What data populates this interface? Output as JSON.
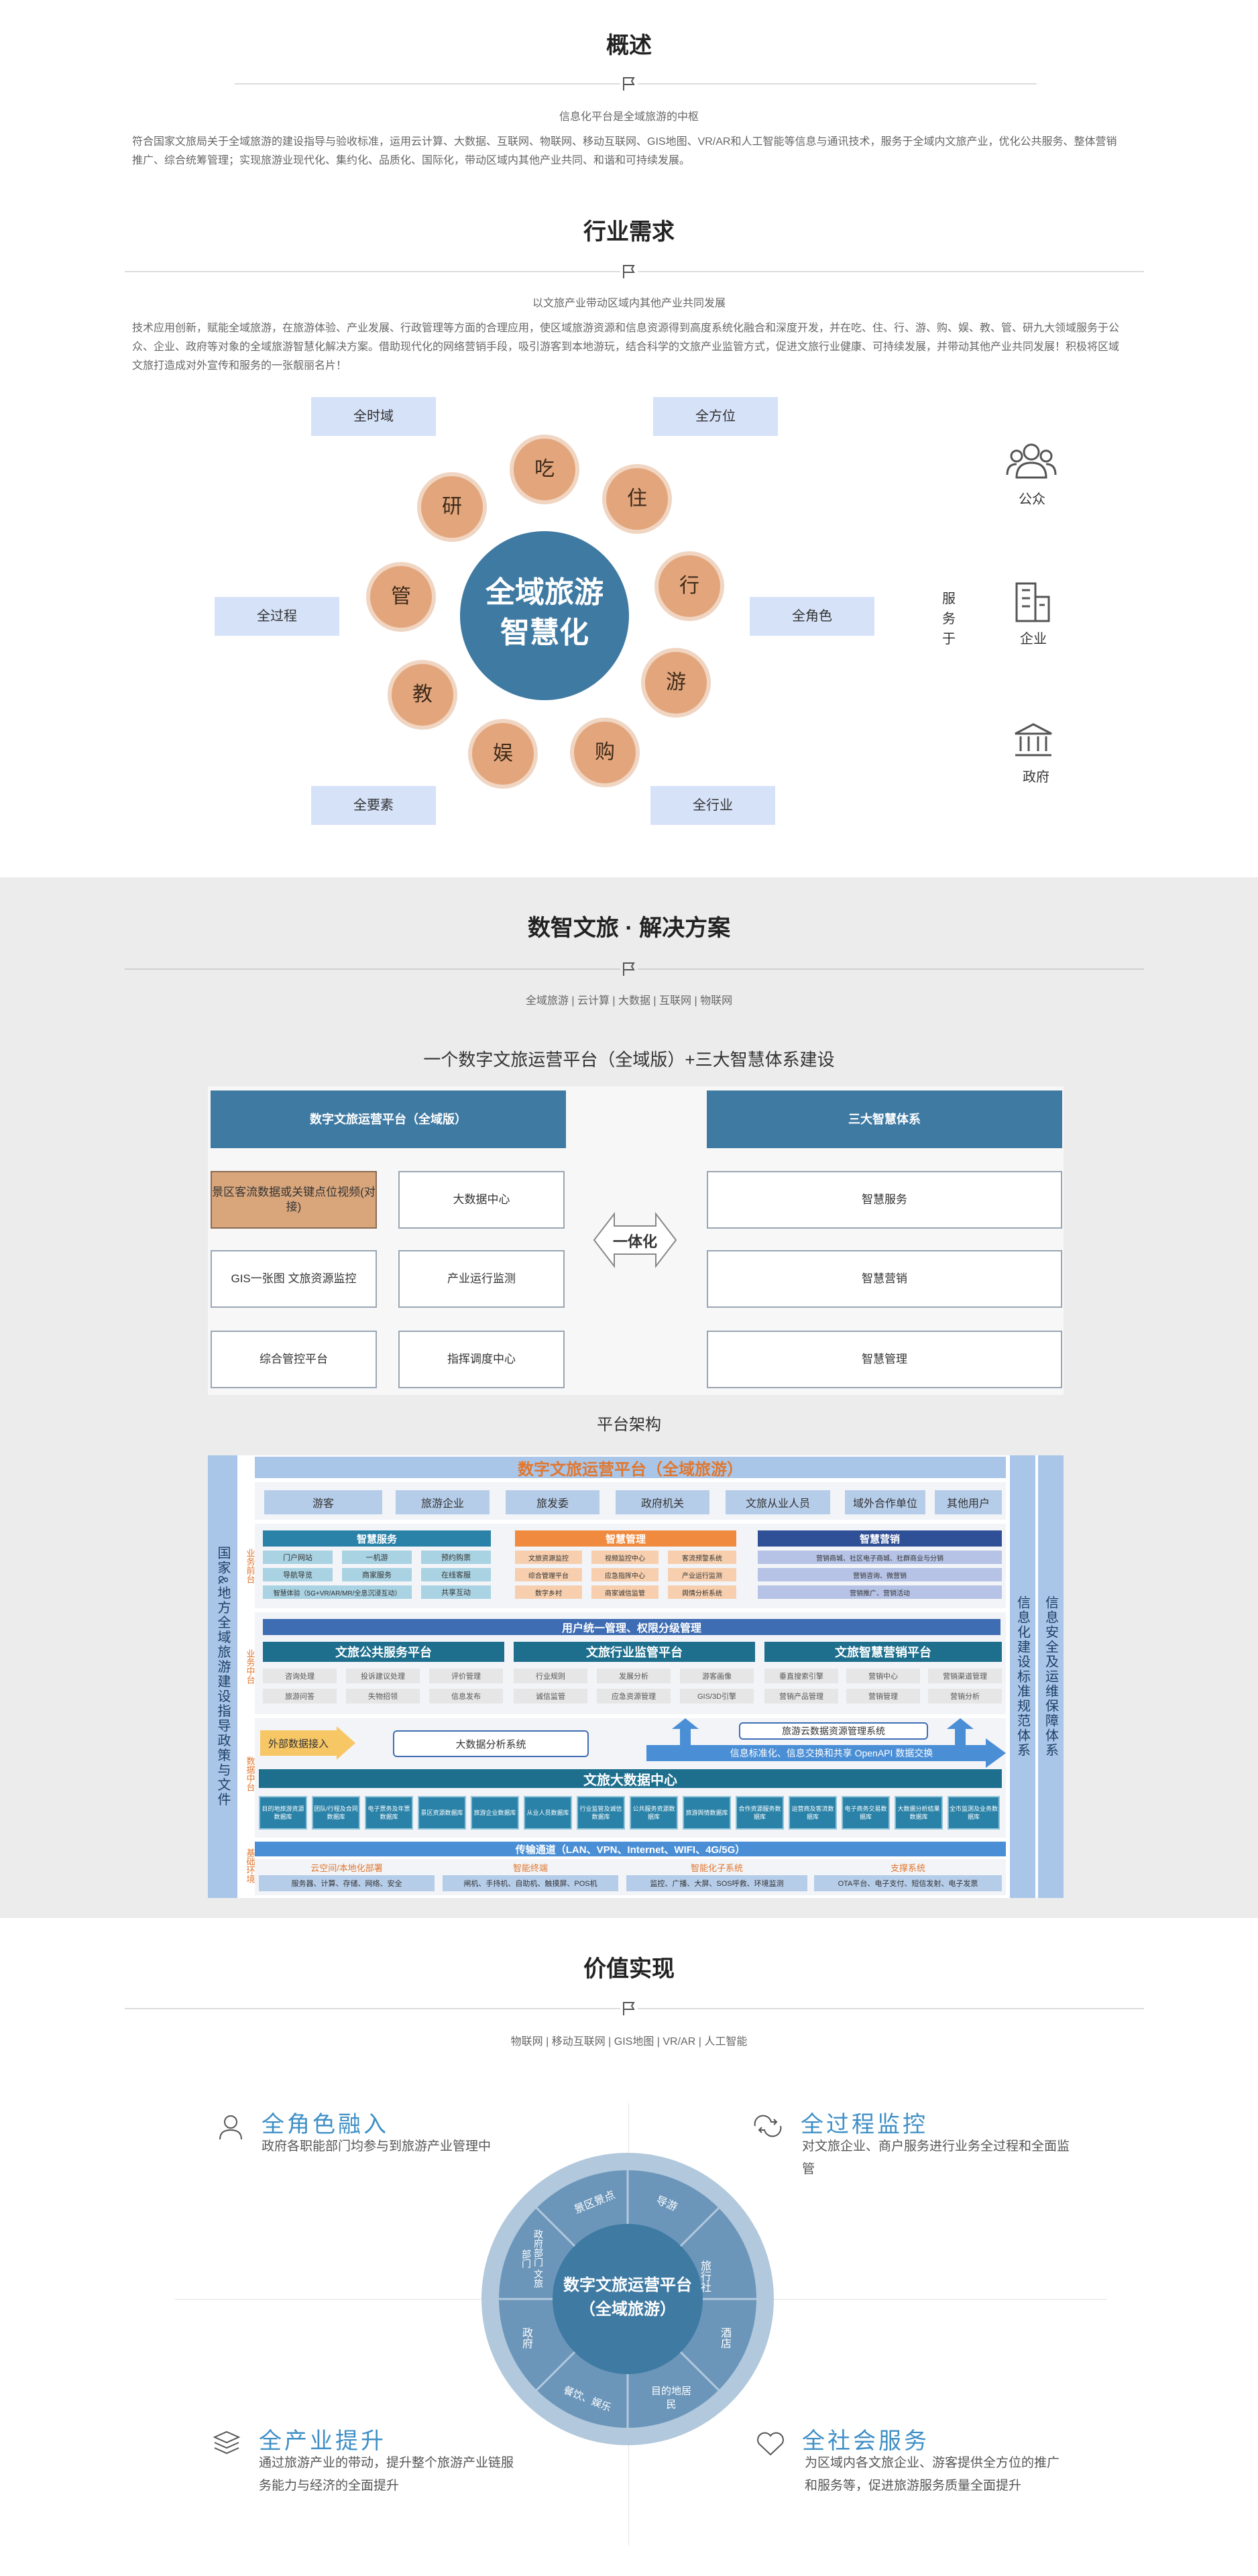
{
  "overview": {
    "title": "概述",
    "subtitle": "信息化平台是全域旅游的中枢",
    "body": "符合国家文旅局关于全域旅游的建设指导与验收标准，运用云计算、大数据、互联网、物联网、移动互联网、GIS地图、VR/AR和人工智能等信息与通讯技术，服务于全域内文旅产业，优化公共服务、整体营销推广、综合统筹管理；实现旅游业现代化、集约化、品质化、国际化，带动区域内其他产业共同、和谐和可持续发展。"
  },
  "industry": {
    "title": "行业需求",
    "subtitle": "以文旅产业带动区域内其他产业共同发展",
    "body": "技术应用创新，赋能全域旅游，在旅游体验、产业发展、行政管理等方面的合理应用，使区域旅游资源和信息资源得到高度系统化融合和深度开发，并在吃、住、行、游、购、娱、教、管、研九大领域服务于公众、企业、政府等对象的全域旅游智慧化解决方案。借助现代化的网络营销手段，吸引游客到本地游玩，结合科学的文旅产业监管方式，促进文旅行业健康、可持续发展，并带动其他产业共同发展！积极将区域文旅打造成对外宣传和服务的一张靓丽名片！",
    "center_line1": "全域旅游",
    "center_line2": "智慧化",
    "petals": [
      "吃",
      "住",
      "行",
      "游",
      "购",
      "娱",
      "教",
      "管",
      "研"
    ],
    "labels": {
      "top_left": "全时域",
      "top_right": "全方位",
      "mid_left": "全过程",
      "mid_right": "全角色",
      "bottom_left": "全要素",
      "bottom_right": "全行业"
    },
    "serves": "服务于",
    "audiences": [
      "公众",
      "企业",
      "政府"
    ]
  },
  "solution": {
    "title": "数智文旅 · 解决方案",
    "subtitle": "全域旅游 | 云计算 | 大数据 | 互联网 | 物联网",
    "heading": "一个数字文旅运营平台（全域版）+三大智慧体系建设",
    "left_header": "数字文旅运营平台（全域版）",
    "right_header": "三大智慧体系",
    "left_cells": [
      "景区客流数据或关键点位视频(对接)",
      "大数据中心",
      "GIS一张图 文旅资源监控",
      "产业运行监测",
      "综合管控平台",
      "指挥调度中心"
    ],
    "middle": "一体化",
    "right_cells": [
      "智慧服务",
      "智慧营销",
      "智慧管理"
    ],
    "arch_title": "平台架构"
  },
  "arch": {
    "main_title": "数字文旅运营平台（全域旅游）",
    "left_vertical": "国家&地方全域旅游建设指导政策与文件",
    "right_vertical_1": "信息化建设标准规范体系",
    "right_vertical_2": "信息安全及运维保障体系",
    "layer_labels": [
      "业务前台",
      "业务中台",
      "数据中台",
      "基础环境"
    ],
    "users": [
      "游客",
      "旅游企业",
      "旅发委",
      "政府机关",
      "文旅从业人员",
      "域外合作单位",
      "其他用户"
    ],
    "smart_service": {
      "title": "智慧服务",
      "items": [
        "门户网站",
        "一机游",
        "预约购票",
        "导航导览",
        "商家服务",
        "在线客服",
        "智慧体验（5G+VR/AR/MR/全息沉浸互动）",
        "",
        "共享互动"
      ]
    },
    "smart_mgmt": {
      "title": "智慧管理",
      "items": [
        "文旅资源监控",
        "视频监控中心",
        "客流预警系统",
        "综合管理平台",
        "应急指挥中心",
        "产业运行监测",
        "数字乡村",
        "商家诚信监管",
        "舆情分析系统"
      ]
    },
    "smart_mkt": {
      "title": "智慧营销",
      "items": [
        "营销商城、社区电子商城、社群商业与分销",
        "营销咨询、微营销",
        "营销推广、营销活动"
      ]
    },
    "user_mgmt": "用户统一管理、权限分级管理",
    "mid_platforms": [
      "文旅公共服务平台",
      "文旅行业监管平台",
      "文旅智慧营销平台"
    ],
    "mid_items_1": [
      "咨询处理",
      "投诉建议处理",
      "评价管理",
      "旅游问答",
      "失物招领",
      "信息发布"
    ],
    "mid_items_2": [
      "行业规则",
      "发展分析",
      "游客画像",
      "诚信监管",
      "应急资源管理",
      "GIS/3D引擎"
    ],
    "mid_items_3": [
      "垂直搜索引擎",
      "营销中心",
      "营销渠道管理",
      "营销产品管理",
      "营销管理",
      "营销分析"
    ],
    "external": "外部数据接入",
    "bigdata_analysis": "大数据分析系统",
    "cloud_resource": "旅游云数据资源管理系统",
    "info_standard": "信息标准化、信息交换和共享 OpenAPI 数据交换",
    "datacenter": "文旅大数据中心",
    "db_items": [
      "目的地旅游资源数据库",
      "团队/行程及合同数据库",
      "电子票务及年票数据库",
      "景区资源数据库",
      "旅游企业数据库",
      "从业人员数据库",
      "行业监管及诚信数据库",
      "公共服务资源数据库",
      "旅游舆情数据库",
      "合作资源服务数据库",
      "运营商及客流数据库",
      "电子商务交易数据库",
      "大数据分析结果数据库",
      "全市监测及业务数据库"
    ],
    "transport": "传输通道（LAN、VPN、Internet、WIFI、4G/5G）",
    "infra_groups": [
      {
        "title": "云空间/本地化部署",
        "items": [
          "服务器、计算、存储、网络、安全"
        ]
      },
      {
        "title": "智能终端",
        "items": [
          "闸机、手持机、自助机、触摸屏、POS机"
        ]
      },
      {
        "title": "智能化子系统",
        "items": [
          "监控、广播、大屏、SOS呼救、环境监测"
        ]
      },
      {
        "title": "支撑系统",
        "items": [
          "OTA平台、电子支付、短信发射、电子发票"
        ]
      }
    ]
  },
  "value": {
    "title": "价值实现",
    "subtitle": "物联网 | 移动互联网 | GIS地图 | VR/AR | 人工智能",
    "center_line1": "数字文旅运营平台",
    "center_line2": "（全域旅游）",
    "ring_items": [
      "景区景点",
      "导游",
      "旅行社",
      "酒店",
      "目的地居民",
      "餐饮、娱乐",
      "政府",
      "政府部门 文旅部门"
    ],
    "quad": [
      {
        "title": "全角色融入",
        "text": "政府各职能部门均参与到旅游产业管理中"
      },
      {
        "title": "全过程监控",
        "text": "对文旅企业、商户服务进行业务全过程和全面监管"
      },
      {
        "title": "全产业提升",
        "text": "通过旅游产业的带动，提升整个旅游产业链服务能力与经济的全面提升"
      },
      {
        "title": "全社会服务",
        "text": "为区域内各文旅企业、游客提供全方位的推广和服务等，促进旅游服务质量全面提升"
      }
    ]
  },
  "colors": {
    "petal": "#e3a67c",
    "petal_ring": "#f0d5c2",
    "center": "#3f7aa3",
    "label_box": "#d6e2f8",
    "header_blue": "#3f7aa3",
    "orange_cell": "#d9a67c",
    "value_blue": "#3f8fc6"
  }
}
